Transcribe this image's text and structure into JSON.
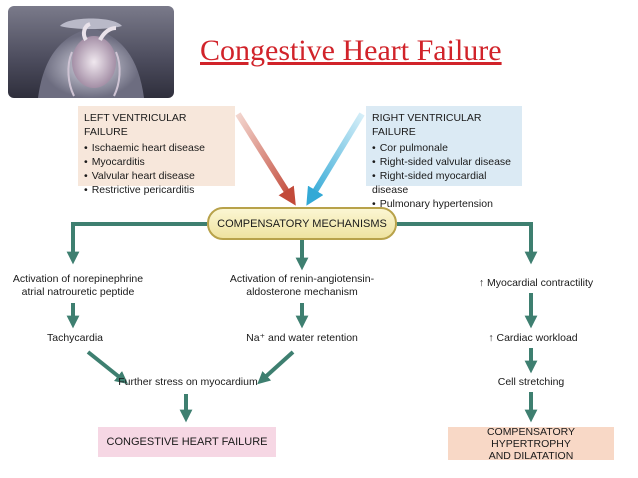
{
  "title": "Congestive Heart Failure",
  "hero": {
    "alt": "anatomical heart and torso illustration"
  },
  "left_box": {
    "heading": "LEFT VENTRICULAR FAILURE",
    "items": [
      "Ischaemic heart disease",
      "Myocarditis",
      "Valvular heart disease",
      "Restrictive pericarditis"
    ]
  },
  "right_box": {
    "heading": "RIGHT VENTRICULAR FAILURE",
    "items": [
      "Cor pulmonale",
      "Right-sided valvular disease",
      "Right-sided myocardial disease",
      "Pulmonary hypertension"
    ]
  },
  "center": "COMPENSATORY MECHANISMS",
  "left_branch": {
    "activation_1": "Activation of norepinephrine",
    "activation_2": "atrial natrouretic peptide",
    "tachycardia": "Tachycardia"
  },
  "middle_branch": {
    "activation_1": "Activation of renin-angiotensin-",
    "activation_2": "aldosterone mechanism",
    "retention": "Na⁺ and water retention"
  },
  "merge": "Further stress on myocardium",
  "right_branch": {
    "contractility": "↑ Myocardial contractility",
    "workload": "↑ Cardiac workload",
    "stretching": "Cell stretching"
  },
  "outcome_left": "CONGESTIVE HEART FAILURE",
  "outcome_right_1": "COMPENSATORY HYPERTROPHY",
  "outcome_right_2": "AND DILATATION",
  "colors": {
    "arrow": "#3e7f70",
    "title": "#d1232a",
    "red_arrow": "#c24a3a",
    "blue_arrow": "#33a9d6"
  }
}
